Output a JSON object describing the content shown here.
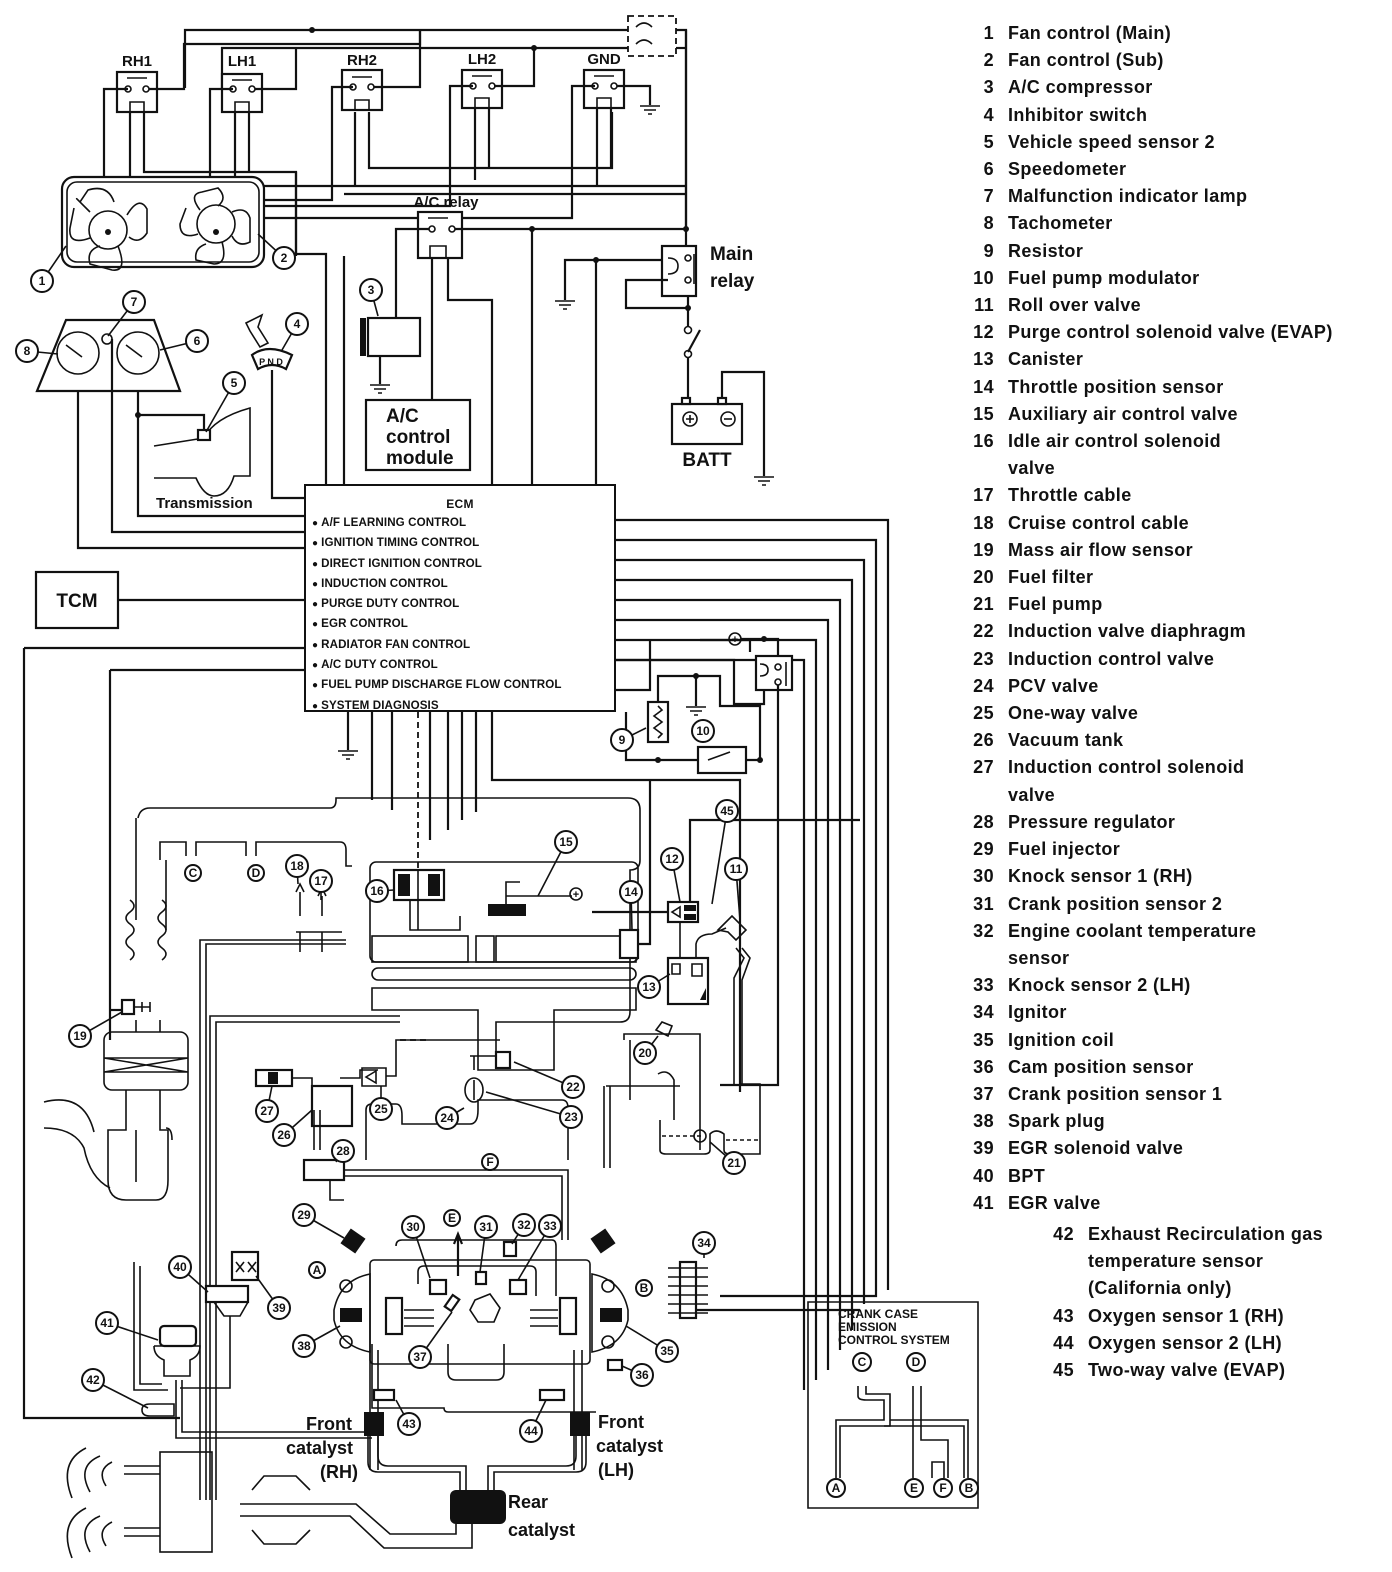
{
  "diagram": {
    "title": "Engine control system diagram",
    "relays": {
      "rh1": "RH1",
      "lh1": "LH1",
      "rh2": "RH2",
      "lh2": "LH2",
      "gnd": "GND",
      "ac_relay": "A/C relay",
      "main_relay_line1": "Main",
      "main_relay_line2": "relay"
    },
    "labels": {
      "ac_module_line1": "A/C",
      "ac_module_line2": "control",
      "ac_module_line3": "module",
      "battery": "BATT",
      "battery_plus": "+",
      "battery_minus": "−",
      "transmission": "Transmission",
      "tcm": "TCM",
      "inhibitor_positions": "P N D",
      "front_catalyst_rh_line1": "Front",
      "front_catalyst_rh_line2": "catalyst",
      "front_catalyst_rh_line3": "(RH)",
      "front_catalyst_lh_line1": "Front",
      "front_catalyst_lh_line2": "catalyst",
      "front_catalyst_lh_line3": "(LH)",
      "rear_catalyst_line1": "Rear",
      "rear_catalyst_line2": "catalyst",
      "power_plus": "+"
    },
    "ecm": {
      "title": "ECM",
      "functions": [
        "A/F LEARNING CONTROL",
        "IGNITION TIMING CONTROL",
        "DIRECT IGNITION CONTROL",
        "INDUCTION CONTROL",
        "PURGE DUTY CONTROL",
        "EGR CONTROL",
        "RADIATOR FAN CONTROL",
        "A/C DUTY CONTROL",
        "FUEL PUMP DISCHARGE FLOW CONTROL",
        "SYSTEM DIAGNOSIS"
      ]
    },
    "crankcase_inset": {
      "title_line1": "CRANK CASE",
      "title_line2": "EMISSION",
      "title_line3": "CONTROL SYSTEM",
      "ports": [
        "C",
        "D",
        "A",
        "E",
        "F",
        "B"
      ]
    },
    "letter_markers": [
      "A",
      "B",
      "C",
      "D",
      "E",
      "F"
    ],
    "callouts": [
      "1",
      "2",
      "3",
      "4",
      "5",
      "6",
      "7",
      "8",
      "9",
      "10",
      "11",
      "12",
      "13",
      "14",
      "15",
      "16",
      "17",
      "18",
      "19",
      "20",
      "21",
      "22",
      "23",
      "24",
      "25",
      "26",
      "27",
      "28",
      "29",
      "30",
      "31",
      "32",
      "33",
      "34",
      "35",
      "36",
      "37",
      "38",
      "39",
      "40",
      "41",
      "42",
      "43",
      "44",
      "45"
    ]
  },
  "legend": [
    {
      "num": "1",
      "text": "Fan control (Main)"
    },
    {
      "num": "2",
      "text": "Fan control (Sub)"
    },
    {
      "num": "3",
      "text": "A/C compressor"
    },
    {
      "num": "4",
      "text": "Inhibitor switch"
    },
    {
      "num": "5",
      "text": "Vehicle speed sensor 2"
    },
    {
      "num": "6",
      "text": "Speedometer"
    },
    {
      "num": "7",
      "text": "Malfunction indicator lamp"
    },
    {
      "num": "8",
      "text": "Tachometer"
    },
    {
      "num": "9",
      "text": "Resistor"
    },
    {
      "num": "10",
      "text": "Fuel pump modulator"
    },
    {
      "num": "11",
      "text": "Roll over valve"
    },
    {
      "num": "12",
      "text": "Purge control solenoid valve (EVAP)"
    },
    {
      "num": "13",
      "text": "Canister"
    },
    {
      "num": "14",
      "text": "Throttle position sensor"
    },
    {
      "num": "15",
      "text": "Auxiliary air control valve"
    },
    {
      "num": "16",
      "text": "Idle air control solenoid",
      "cont": "valve"
    },
    {
      "num": "17",
      "text": "Throttle cable"
    },
    {
      "num": "18",
      "text": "Cruise control cable"
    },
    {
      "num": "19",
      "text": "Mass air flow sensor"
    },
    {
      "num": "20",
      "text": "Fuel filter"
    },
    {
      "num": "21",
      "text": "Fuel pump"
    },
    {
      "num": "22",
      "text": "Induction valve diaphragm"
    },
    {
      "num": "23",
      "text": "Induction control valve"
    },
    {
      "num": "24",
      "text": "PCV valve"
    },
    {
      "num": "25",
      "text": "One-way valve"
    },
    {
      "num": "26",
      "text": "Vacuum tank"
    },
    {
      "num": "27",
      "text": "Induction control solenoid",
      "cont": "valve"
    },
    {
      "num": "28",
      "text": "Pressure regulator"
    },
    {
      "num": "29",
      "text": "Fuel injector"
    },
    {
      "num": "30",
      "text": "Knock sensor 1 (RH)"
    },
    {
      "num": "31",
      "text": "Crank position sensor 2"
    },
    {
      "num": "32",
      "text": "Engine coolant temperature",
      "cont": "sensor"
    },
    {
      "num": "33",
      "text": "Knock sensor 2 (LH)"
    },
    {
      "num": "34",
      "text": "Ignitor"
    },
    {
      "num": "35",
      "text": "Ignition coil"
    },
    {
      "num": "36",
      "text": "Cam position sensor"
    },
    {
      "num": "37",
      "text": "Crank position sensor 1"
    },
    {
      "num": "38",
      "text": "Spark plug"
    },
    {
      "num": "39",
      "text": "EGR solenoid valve"
    },
    {
      "num": "40",
      "text": "BPT"
    },
    {
      "num": "41",
      "text": "EGR valve"
    }
  ],
  "legend_tail": [
    {
      "num": "42",
      "text": "Exhaust Recirculation gas",
      "cont": [
        "temperature sensor",
        "(California only)"
      ]
    },
    {
      "num": "43",
      "text": "Oxygen sensor 1 (RH)"
    },
    {
      "num": "44",
      "text": "Oxygen sensor 2 (LH)"
    },
    {
      "num": "45",
      "text": "Two-way valve (EVAP)"
    }
  ]
}
